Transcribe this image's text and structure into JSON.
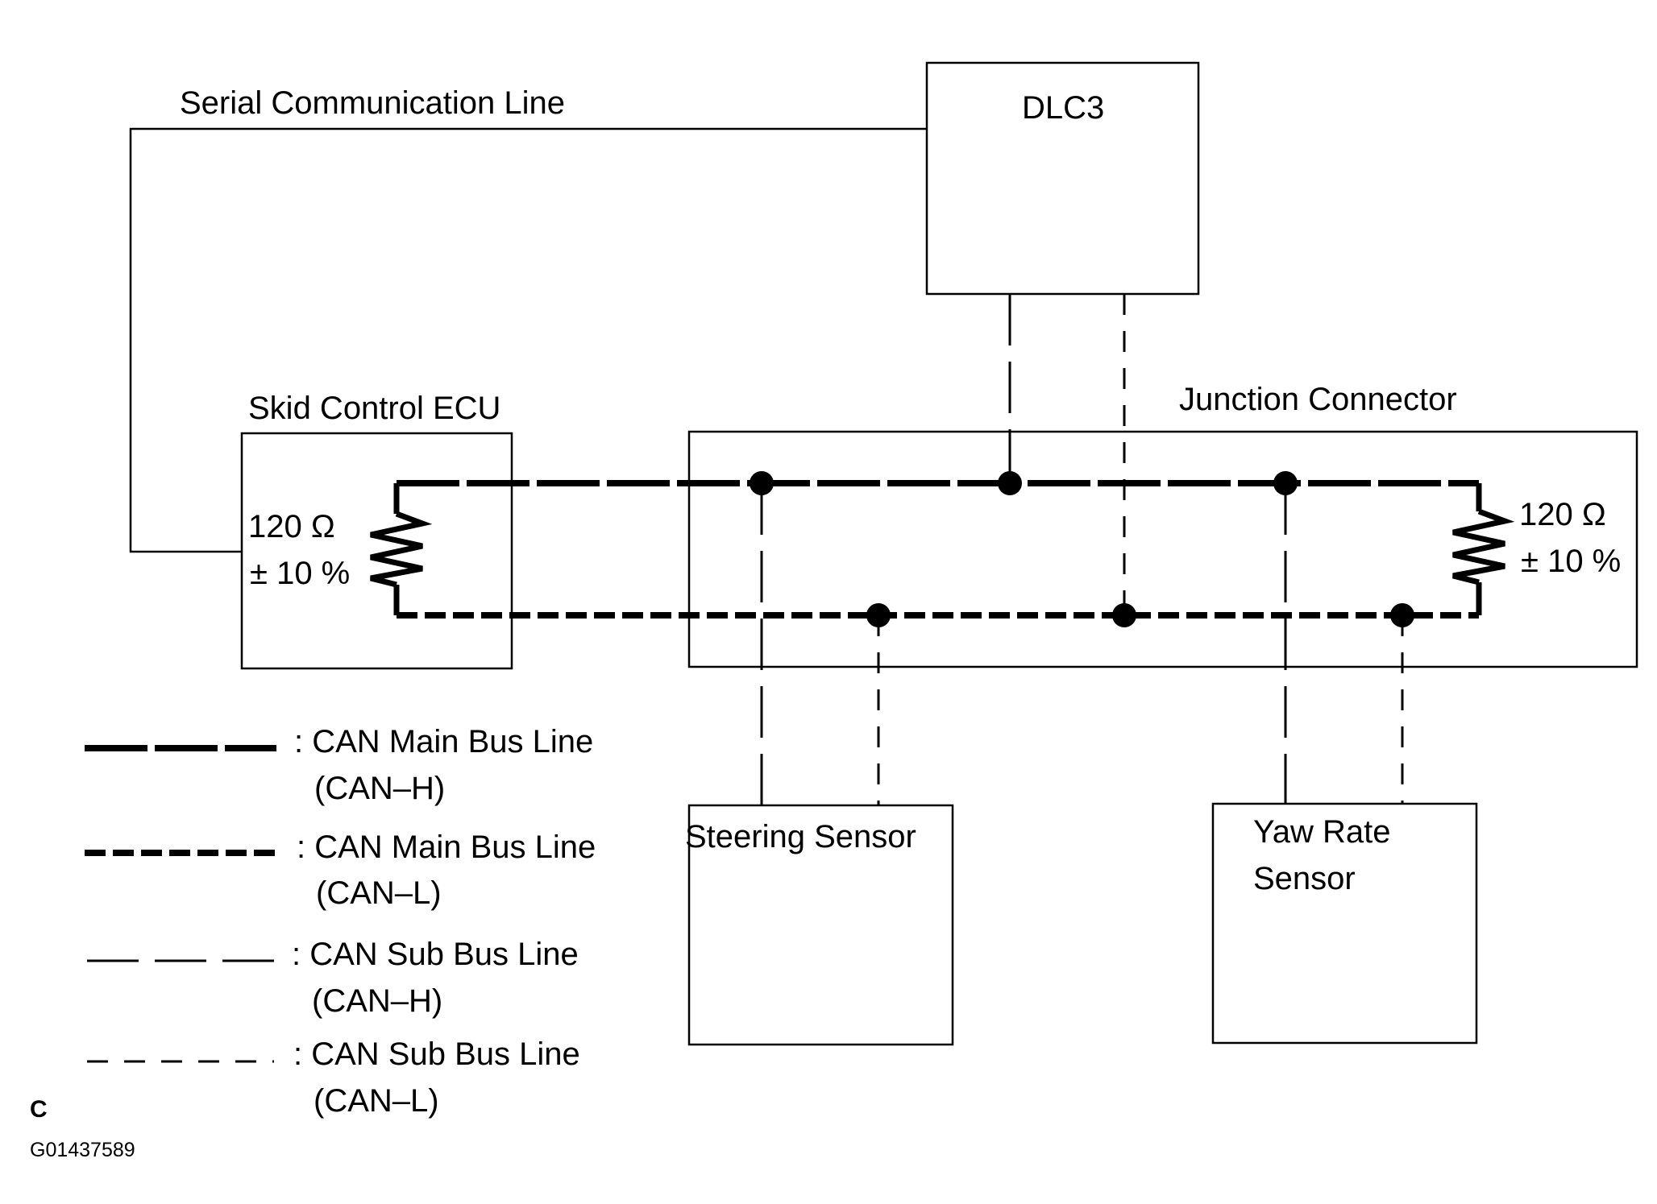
{
  "labels": {
    "serial_line": "Serial Communication Line",
    "dlc3": "DLC3",
    "skid_ecu": "Skid Control ECU",
    "junction": "Junction Connector",
    "res_left_value": "120 Ω",
    "res_left_tol": "± 10 %",
    "res_right_value": "120 Ω",
    "res_right_tol": "± 10 %",
    "steering": "Steering Sensor",
    "yaw_line1": "Yaw Rate",
    "yaw_line2": "Sensor",
    "corner_letter": "C",
    "figure_code": "G01437589"
  },
  "legend": [
    {
      "line1": ": CAN Main Bus Line",
      "line2": "(CAN–H)",
      "style": "main-h"
    },
    {
      "line1": ": CAN Main Bus Line",
      "line2": "(CAN–L)",
      "style": "main-l"
    },
    {
      "line1": ": CAN Sub Bus Line",
      "line2": "(CAN–H)",
      "style": "sub-h"
    },
    {
      "line1": ": CAN Sub Bus Line",
      "line2": "(CAN–L)",
      "style": "sub-l"
    }
  ]
}
